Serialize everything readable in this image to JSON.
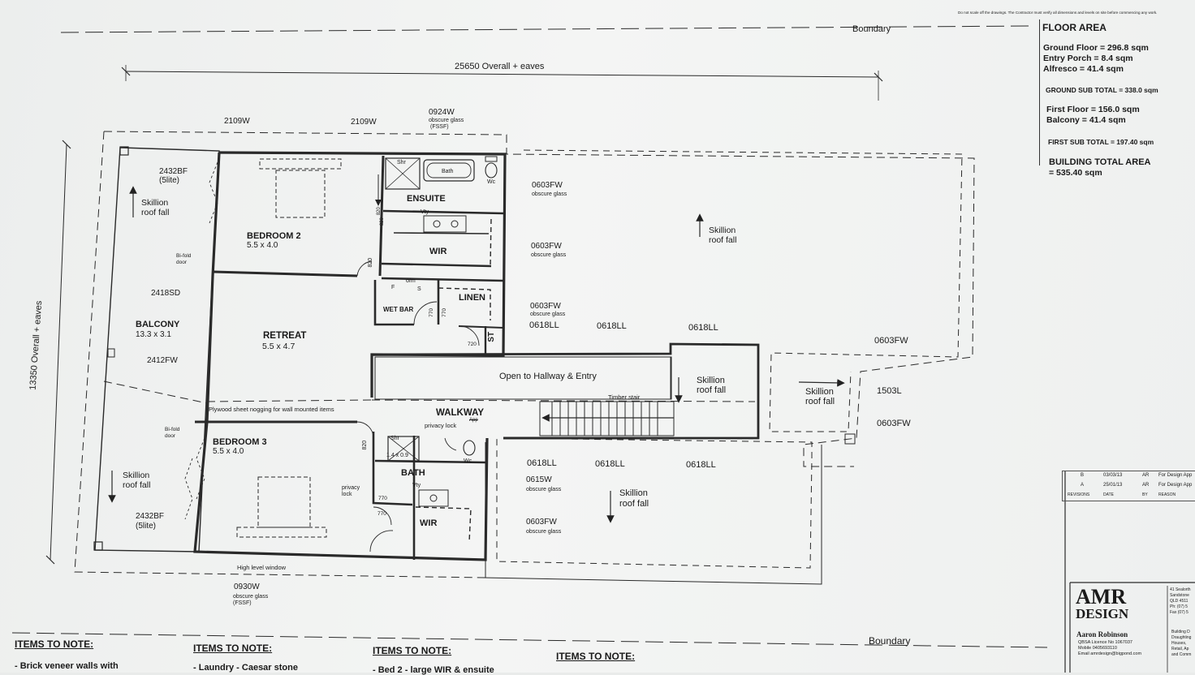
{
  "notice": "Do not scale off the drawings. The Contractor must verify all dimensions and levels on site before commencing any work.",
  "boundary": "Boundary",
  "overall_width": "25650 Overall + eaves",
  "overall_depth": "13350 Overall + eaves",
  "windows": {
    "w2109_a": "2109W",
    "w2109_b": "2109W",
    "w0924": "0924W",
    "w0924_note": "obscure glass",
    "w0924_note2": "(FSSF)",
    "bf2432_top": "2432BF",
    "bf2432_top_lite": "(5lite)",
    "sd2418": "2418SD",
    "fw2412": "2412FW",
    "bf2432_bot": "2432BF",
    "bf2432_bot_lite": "(5lite)",
    "fw0603_1": "0603FW",
    "fw0603_1n": "obscure glass",
    "fw0603_2": "0603FW",
    "fw0603_2n": "obscure glass",
    "fw0603_3": "0603FW",
    "fw0603_3n": "obscure glass",
    "ll0618_1": "0618LL",
    "ll0618_2": "0618LL",
    "ll0618_3": "0618LL",
    "fw0603_4": "0603FW",
    "l1503": "1503L",
    "fw0603_5": "0603FW",
    "ll0618_4": "0618LL",
    "ll0618_5": "0618LL",
    "ll0618_6": "0618LL",
    "w0615": "0615W",
    "w0615n": "obscure glass",
    "fw0603_6": "0603FW",
    "fw0603_6n": "obscure glass",
    "w0930": "0930W",
    "w0930n": "obscure glass",
    "w0930n2": "(FSSF)",
    "high_level": "High level window"
  },
  "rooms": {
    "bedroom2": "BEDROOM 2",
    "bedroom2_size": "5.5 x 4.0",
    "ensuite": "ENSUITE",
    "wir1": "WIR",
    "linen": "LINEN",
    "wetbar": "WET BAR",
    "retreat": "RETREAT",
    "retreat_size": "5.5 x 4.7",
    "balcony": "BALCONY",
    "balcony_size": "13.3 x 3.1",
    "walkway": "WALKWAY",
    "bedroom3": "BEDROOM 3",
    "bedroom3_size": "5.5 x 4.0",
    "bath": "BATH",
    "wir2": "WIR",
    "st": "ST"
  },
  "fixtures": {
    "shr1": "Shr",
    "bath_tub": "Bath",
    "wc1": "Wc",
    "vty1": "Vty",
    "om": "o/m",
    "f": "F",
    "s": "S",
    "shr2": "Shr",
    "shr2_size": "1.4 x 0.9",
    "wc2": "Wc",
    "vty2": "Vty",
    "app": "App",
    "privacy_lock1": "privacy lock",
    "privacy_lock2": "privacy",
    "privacy_lock2b": "lock",
    "bifold1": "Bi-fold",
    "bifold1b": "door",
    "bifold2": "Bi-fold",
    "bifold2b": "door"
  },
  "doors": {
    "d820_1": "820",
    "d820_2": "820",
    "d820_3": "820",
    "d820_4": "820",
    "d770_1": "770",
    "d770_2": "770",
    "d720": "720",
    "d770_3": "770",
    "d770_4": "770"
  },
  "notes_plan": {
    "skillion1": "Skillion",
    "skillion1b": "roof fall",
    "skillion2": "Skillion",
    "skillion2b": "roof fall",
    "skillion3": "Skillion",
    "skillion3b": "roof fall",
    "skillion4": "Skillion",
    "skillion4b": "roof fall",
    "skillion5": "Skillion",
    "skillion5b": "roof fall",
    "skillion6": "Skillion",
    "skillion6b": "roof fall",
    "open_hall": "Open to Hallway & Entry",
    "timber_stair": "Timber stair",
    "plywood": "Plywood sheet nogging for wall mounted items"
  },
  "floor_area": {
    "title": "FLOOR AREA",
    "ground": "Ground Floor = 296.8 sqm",
    "entry": "Entry Porch = 8.4 sqm",
    "alfresco": "Alfresco = 41.4 sqm",
    "ground_sub": "GROUND SUB TOTAL = 338.0 sqm",
    "first": "First Floor = 156.0 sqm",
    "balcony": "Balcony = 41.4 sqm",
    "first_sub": "FIRST SUB TOTAL = 197.40 sqm",
    "building_total": "BUILDING TOTAL AREA",
    "building_total_val": "= 535.40 sqm"
  },
  "revisions": {
    "rows": [
      {
        "rev": "B",
        "date": "03/03/13",
        "by": "AR",
        "reason": "For Design App"
      },
      {
        "rev": "A",
        "date": "25/01/13",
        "by": "AR",
        "reason": "For Design App"
      }
    ],
    "h_rev": "REVISIONS",
    "h_date": "DATE",
    "h_by": "BY",
    "h_reason": "REASON"
  },
  "company": {
    "logo1": "AMR",
    "logo2": "DESIGN",
    "name": "Aaron Robinson",
    "licence": "QBSA Licence No 1067037",
    "mobile": "Mobile 0405693110",
    "email": "Email amrdesign@bigpond.com",
    "addr1": "41 Sealorth",
    "addr2": "Sandstone",
    "addr3": "QLD 4511",
    "ph": "Ph: (07) 5",
    "fax": "Fax (07) 5",
    "svc1": "Building D",
    "svc2": "Draughting",
    "svc3": "Houses,",
    "svc4": "Retail, Ap",
    "svc5": "and Comm"
  },
  "items": {
    "h1": "ITEMS TO NOTE:",
    "t1": "- Brick veneer walls with",
    "h2": "ITEMS TO NOTE:",
    "t2": "- Laundry - Caesar stone",
    "h3": "ITEMS TO NOTE:",
    "t3": "- Bed 2 - large WIR & ensuite",
    "h4": "ITEMS TO NOTE:"
  }
}
